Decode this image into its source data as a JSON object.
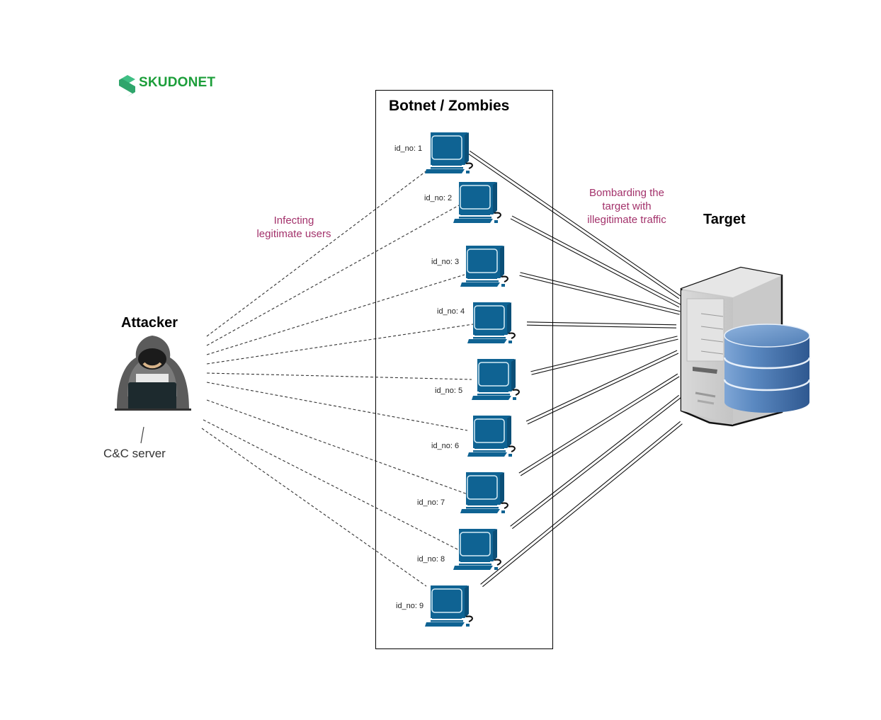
{
  "logo": {
    "text": "SKUDONET",
    "color": "#1c9e3a"
  },
  "botnet": {
    "title": "Botnet / Zombies"
  },
  "attacker": {
    "title": "Attacker",
    "subtitle": "C&C server"
  },
  "target": {
    "title": "Target"
  },
  "annotations": {
    "infecting": [
      "Infecting",
      "legitimate users"
    ],
    "bombarding": [
      "Bombarding the",
      "target with",
      "illegitimate traffic"
    ]
  },
  "zombies": [
    {
      "label": "id_no: 1"
    },
    {
      "label": "id_no: 2"
    },
    {
      "label": "id_no: 3"
    },
    {
      "label": "id_no: 4"
    },
    {
      "label": "id_no: 5"
    },
    {
      "label": "id_no: 6"
    },
    {
      "label": "id_no: 7"
    },
    {
      "label": "id_no: 8"
    },
    {
      "label": "id_no: 9"
    }
  ],
  "colors": {
    "computer": "#0f6393",
    "annotation": "#a3326b",
    "database": "#4a76ad"
  }
}
